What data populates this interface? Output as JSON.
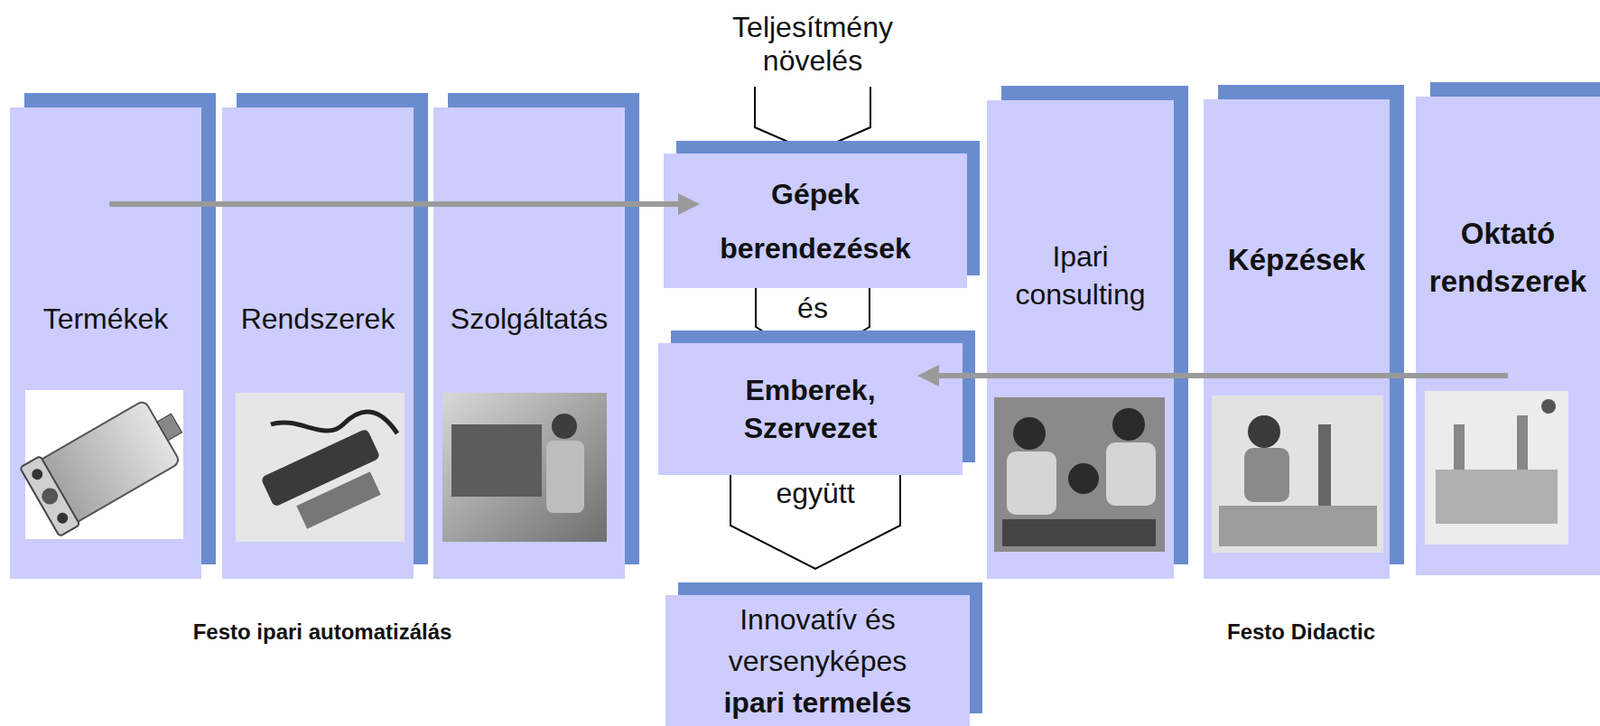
{
  "diagram": {
    "nodes": [
      {
        "text": [
          "Termékek"
        ]
      },
      {
        "text": [
          "Rendszerek"
        ]
      },
      {
        "text": [
          "Szolgáltatás"
        ]
      },
      {
        "text": [
          "Teljesítmény növelés"
        ]
      },
      {
        "text": [
          "Gépek berendezések"
        ]
      },
      {
        "text": [
          "és"
        ]
      },
      {
        "text": [
          "Emberek, Szervezet"
        ]
      },
      {
        "text": [
          "együtt"
        ]
      },
      {
        "text": [
          "Innovatív és versenyképes",
          "ipari termelés"
        ]
      },
      {
        "text": [
          "Ipari consulting"
        ]
      },
      {
        "text": [
          "Képzések"
        ]
      },
      {
        "text": [
          "Oktató rendszerek"
        ]
      }
    ],
    "edges": [
      {
        "from": 0,
        "to": 4,
        "arrow": "to"
      },
      {
        "from": 11,
        "to": 6,
        "arrow": "to"
      }
    ],
    "labels": [
      "Festo ipari automatizálás",
      "Festo Didactic"
    ]
  }
}
